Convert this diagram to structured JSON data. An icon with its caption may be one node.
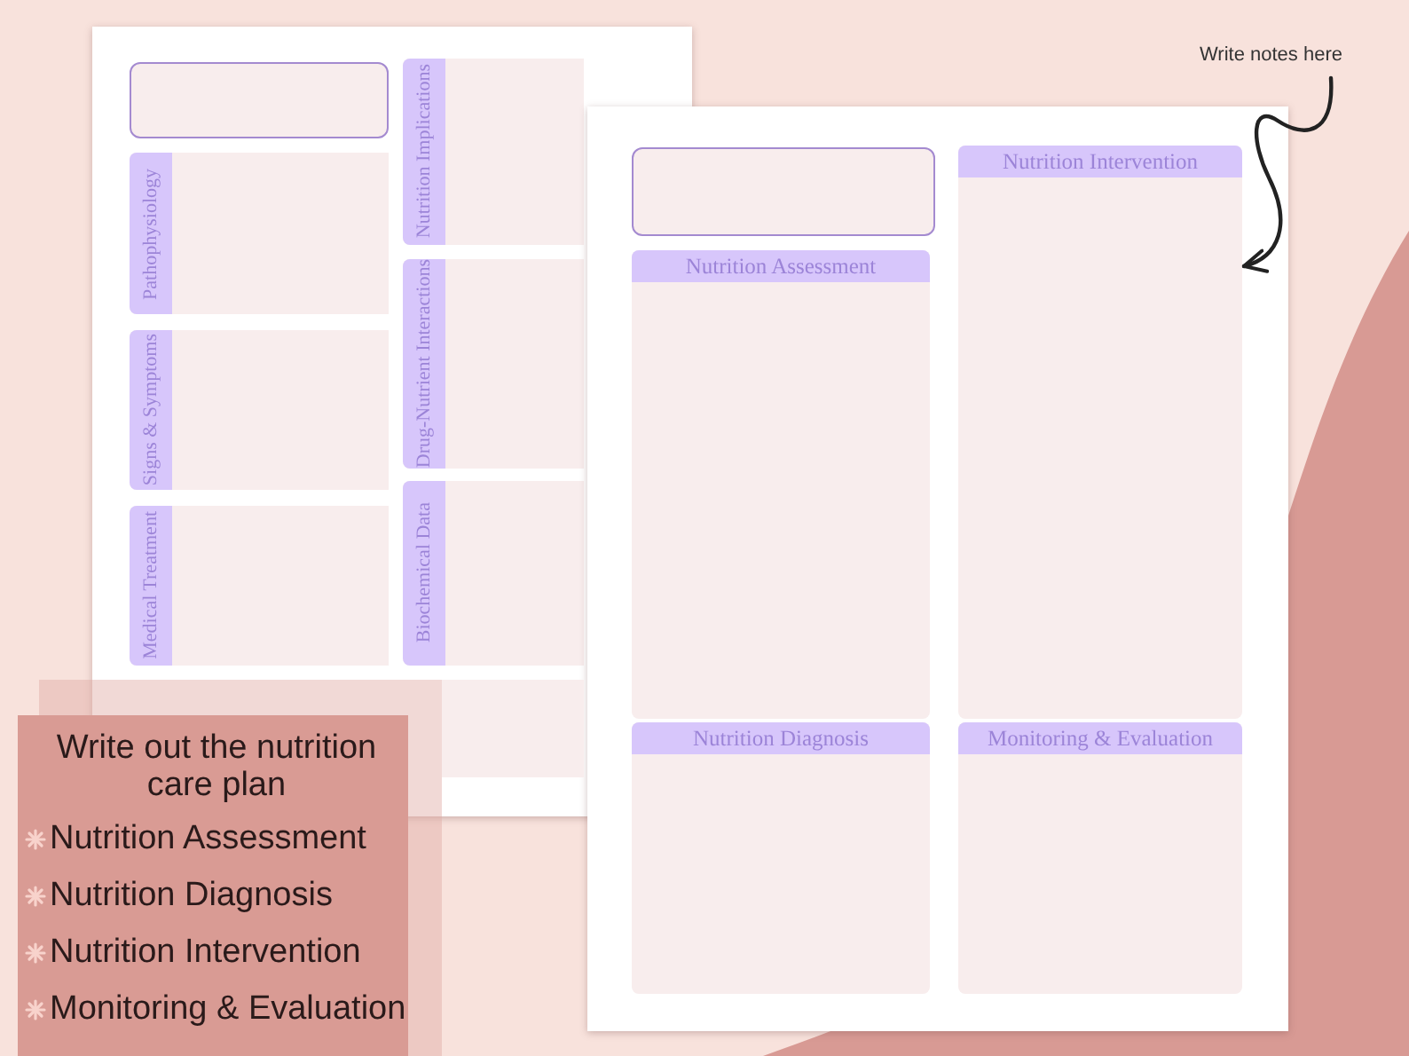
{
  "diagram": {
    "nodes": [
      {
        "text": [],
        "shape": "box"
      },
      {
        "text": [],
        "shape": "box",
        "in": 0
      },
      {
        "text": [
          "Pathophysiology"
        ],
        "in": 0
      },
      {
        "text": [
          "Signs & Symptoms"
        ],
        "in": 0
      },
      {
        "text": [
          "Medical Treatment"
        ],
        "in": 0
      },
      {
        "text": [
          "Nutrition Implications"
        ],
        "in": 0
      },
      {
        "text": [
          "Drug-Nutrient Interactions"
        ],
        "in": 0
      },
      {
        "text": [
          "Biochemical Data"
        ],
        "in": 0
      },
      {
        "text": [],
        "shape": "box"
      },
      {
        "text": [],
        "shape": "box",
        "in": 8
      },
      {
        "text": [
          "Nutrition Assessment"
        ],
        "in": 8
      },
      {
        "text": [
          "Nutrition Intervention"
        ],
        "in": 8
      },
      {
        "text": [
          "Nutrition Diagnosis"
        ],
        "in": 8
      },
      {
        "text": [
          "Monitoring & Evaluation"
        ],
        "in": 8
      },
      {
        "text": [
          "Write notes here"
        ]
      },
      {
        "text": [
          "Write out the nutrition care plan",
          "Nutrition Assessment",
          "Nutrition Diagnosis",
          "Nutrition Intervention",
          "Monitoring & Evaluation"
        ]
      }
    ],
    "edges": [
      {
        "from": 14,
        "to": 11,
        "arrow": "to"
      }
    ]
  }
}
